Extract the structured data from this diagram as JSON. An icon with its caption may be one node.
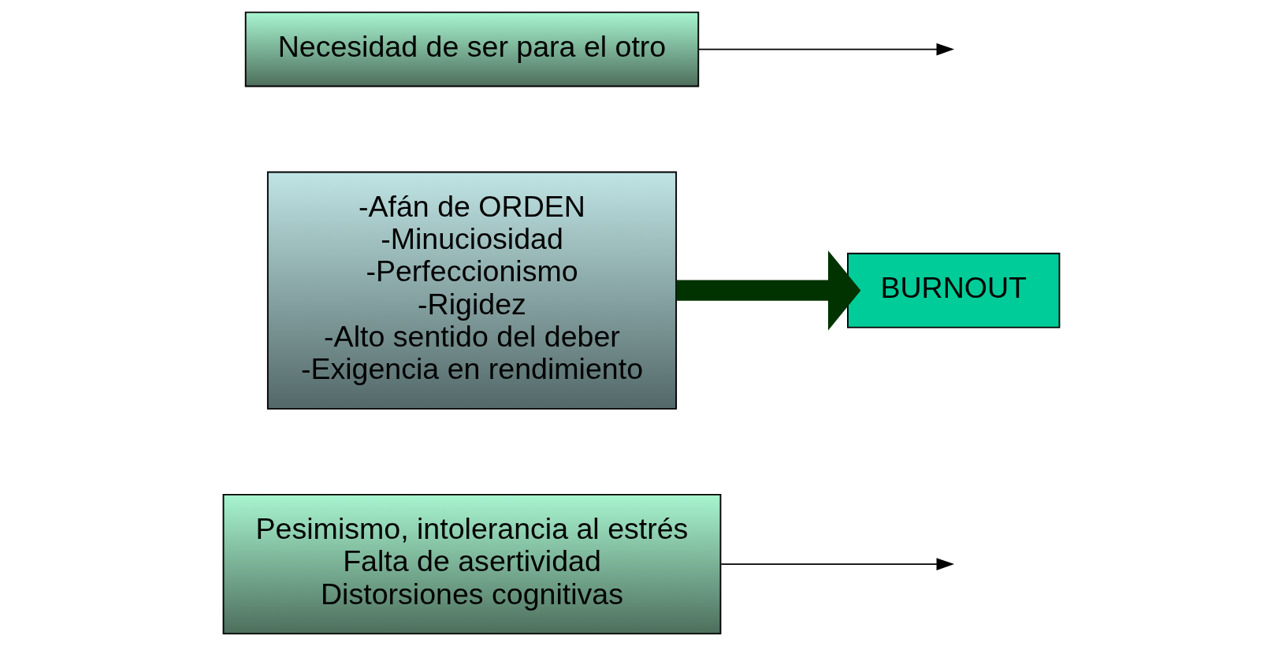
{
  "diagram": {
    "nodes": [
      {
        "text": [
          "Pesimismo, intolerancia al estrés",
          "Falta de asertividad",
          "Distorsiones cognitivas"
        ]
      },
      {
        "text": [
          "-Afán de ORDEN",
          "-Minuciosidad",
          "-Perfeccionismo",
          "-Rigidez",
          "-Alto sentido del deber",
          "-Exigencia en rendimiento"
        ]
      },
      {
        "text": [
          "BURNOUT"
        ]
      },
      {
        "text": [
          "Necesidad de ser para el otro"
        ]
      }
    ],
    "edges": [
      {
        "from": 1,
        "to": 2,
        "arrow": "to",
        "style": "thick",
        "color": "#003300"
      },
      {
        "from": 0,
        "to": null,
        "arrow": "to"
      },
      {
        "from": 3,
        "to": null,
        "arrow": "to"
      }
    ]
  }
}
